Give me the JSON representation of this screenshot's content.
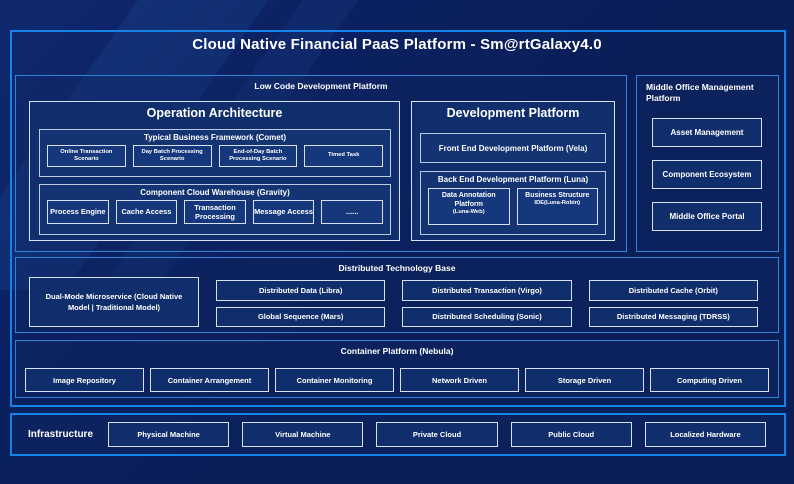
{
  "title": "Cloud Native Financial PaaS Platform - Sm@rtGalaxy4.0",
  "colors": {
    "background": "#0a1e58",
    "frame_border": "#1583e8",
    "panel_border": "#d7e0ef",
    "panel_fill": "#102e6c",
    "text": "#ffffff"
  },
  "low_code": {
    "label": "Low Code Development Platform",
    "operation_architecture": {
      "title": "Operation Architecture",
      "typical_business_framework": {
        "label": "Typical Business Framework (Comet)",
        "items": [
          "Online Transaction Scenario",
          "Day Batch Processing Scenario",
          "End-of-Day Batch Processing Scenario",
          "Timed Task"
        ]
      },
      "component_cloud_warehouse": {
        "label": "Component Cloud Warehouse (Gravity)",
        "items": [
          "Process Engine",
          "Cache Access",
          "Transaction Processing",
          "Message Access",
          "......"
        ]
      }
    },
    "development_platform": {
      "title": "Development Platform",
      "front_end": "Front End Development Platform (Vela)",
      "back_end": {
        "label": "Back End Development Platform (Luna)",
        "items": [
          {
            "title": "Data Annotation Platform",
            "sub": "(Luna-Web)"
          },
          {
            "title": "Business Structure",
            "sub": "IDE(Luna-Robin)"
          }
        ]
      }
    }
  },
  "middle_office": {
    "label": "Middle Office Management Platform",
    "items": [
      "Asset Management",
      "Component Ecosystem",
      "Middle Office Portal"
    ]
  },
  "distributed": {
    "label": "Distributed Technology Base",
    "dual_mode": "Dual-Mode Microservice (Cloud Native Model | Traditional Model)",
    "columns": [
      [
        "Distributed Data (Libra)",
        "Global Sequence (Mars)"
      ],
      [
        "Distributed Transaction (Virgo)",
        "Distributed Scheduling (Sonic)"
      ],
      [
        "Distributed Cache (Orbit)",
        "Distributed Messaging (TDRSS)"
      ]
    ]
  },
  "container_platform": {
    "label": "Container Platform (Nebula)",
    "items": [
      "Image Repository",
      "Container Arrangement",
      "Container Monitoring",
      "Network Driven",
      "Storage Driven",
      "Computing Driven"
    ]
  },
  "infrastructure": {
    "label": "Infrastructure",
    "items": [
      "Physical Machine",
      "Virtual Machine",
      "Private Cloud",
      "Public Cloud",
      "Localized Hardware"
    ]
  }
}
